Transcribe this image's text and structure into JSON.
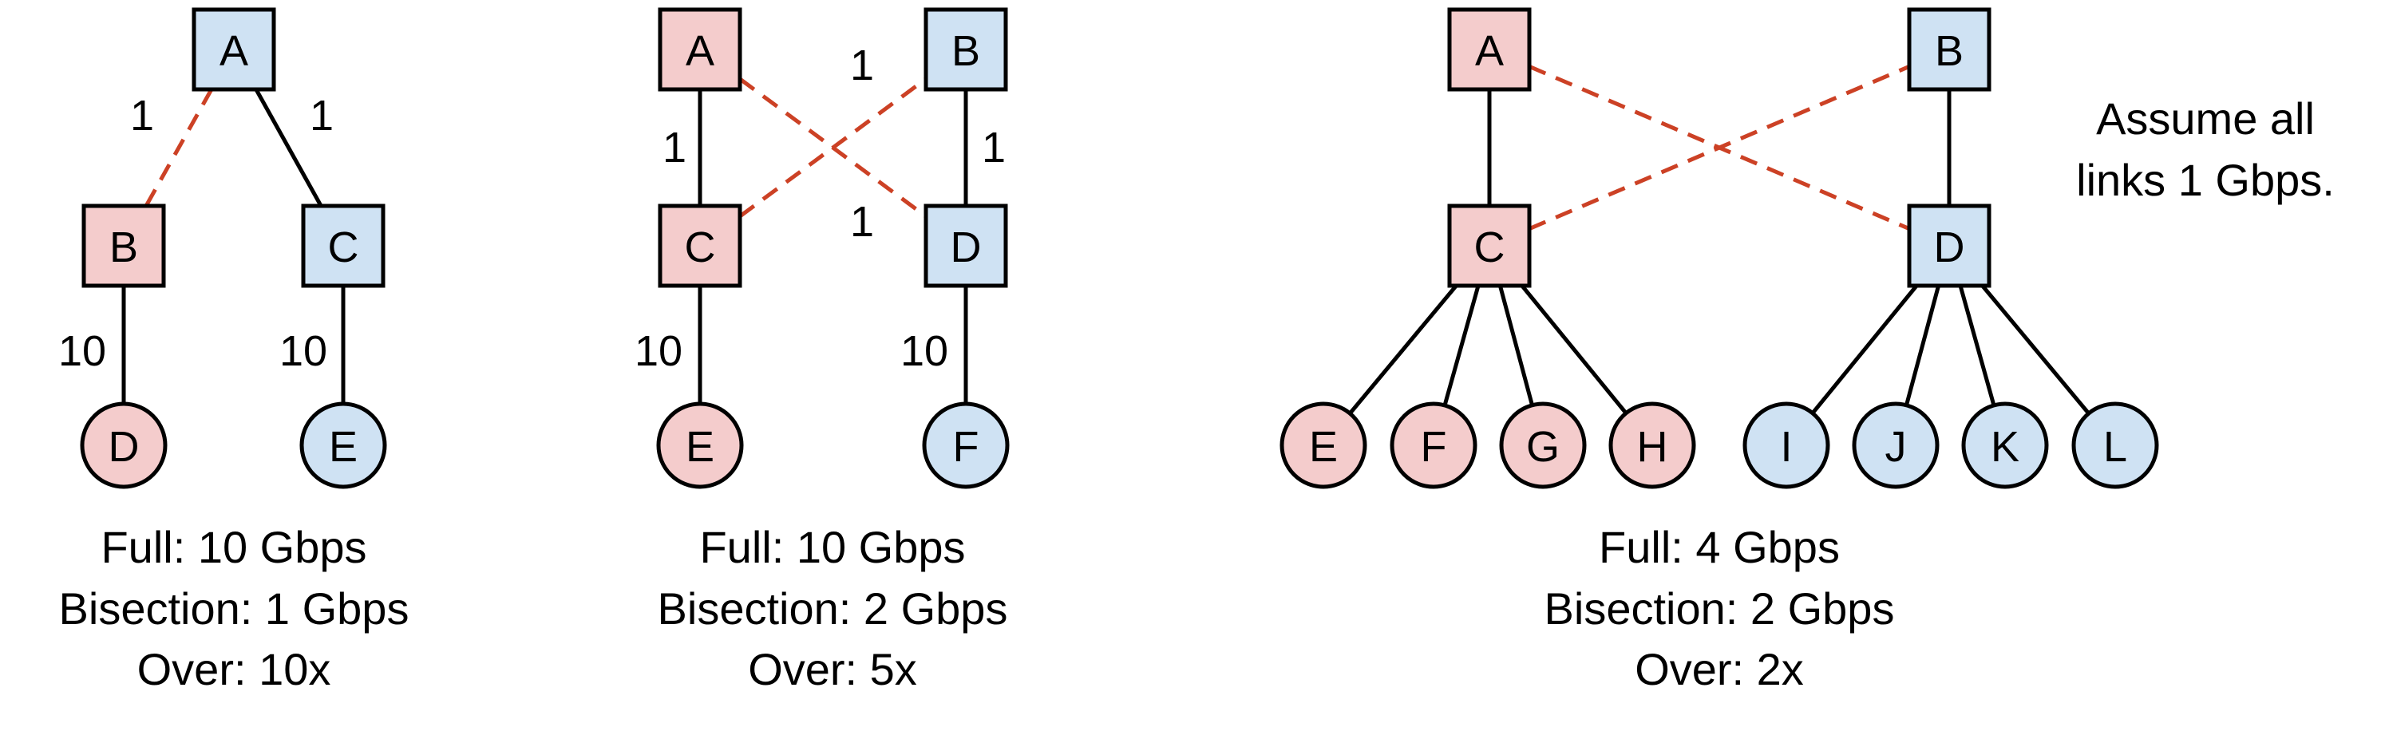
{
  "colors": {
    "red_fill": "#f4cccc",
    "blue_fill": "#cfe2f3",
    "stroke": "#000000",
    "dashed_link": "#cc4125"
  },
  "note": {
    "line1": "Assume all",
    "line2": "links 1 Gbps."
  },
  "diagrams": [
    {
      "nodes": [
        {
          "id": "A",
          "shape": "square",
          "color": "blue"
        },
        {
          "id": "B",
          "shape": "square",
          "color": "red"
        },
        {
          "id": "C",
          "shape": "square",
          "color": "blue"
        },
        {
          "id": "D",
          "shape": "circle",
          "color": "red"
        },
        {
          "id": "E",
          "shape": "circle",
          "color": "blue"
        }
      ],
      "links": [
        {
          "from": "A",
          "to": "B",
          "style": "dashed",
          "label": "1"
        },
        {
          "from": "A",
          "to": "C",
          "style": "solid",
          "label": "1"
        },
        {
          "from": "B",
          "to": "D",
          "style": "solid",
          "label": "10"
        },
        {
          "from": "C",
          "to": "E",
          "style": "solid",
          "label": "10"
        }
      ],
      "caption": [
        "Full: 10 Gbps",
        "Bisection: 1 Gbps",
        "Over: 10x"
      ]
    },
    {
      "nodes": [
        {
          "id": "A",
          "shape": "square",
          "color": "red"
        },
        {
          "id": "B",
          "shape": "square",
          "color": "blue"
        },
        {
          "id": "C",
          "shape": "square",
          "color": "red"
        },
        {
          "id": "D",
          "shape": "square",
          "color": "blue"
        },
        {
          "id": "E",
          "shape": "circle",
          "color": "red"
        },
        {
          "id": "F",
          "shape": "circle",
          "color": "blue"
        }
      ],
      "links": [
        {
          "from": "A",
          "to": "C",
          "style": "solid",
          "label": "1"
        },
        {
          "from": "B",
          "to": "D",
          "style": "solid",
          "label": "1"
        },
        {
          "from": "A",
          "to": "D",
          "style": "dashed",
          "label": "1"
        },
        {
          "from": "C",
          "to": "B",
          "style": "dashed",
          "label": "1"
        },
        {
          "from": "C",
          "to": "E",
          "style": "solid",
          "label": "10"
        },
        {
          "from": "D",
          "to": "F",
          "style": "solid",
          "label": "10"
        }
      ],
      "caption": [
        "Full: 10 Gbps",
        "Bisection: 2 Gbps",
        "Over: 5x"
      ]
    },
    {
      "nodes": [
        {
          "id": "A",
          "shape": "square",
          "color": "red"
        },
        {
          "id": "B",
          "shape": "square",
          "color": "blue"
        },
        {
          "id": "C",
          "shape": "square",
          "color": "red"
        },
        {
          "id": "D",
          "shape": "square",
          "color": "blue"
        },
        {
          "id": "E",
          "shape": "circle",
          "color": "red"
        },
        {
          "id": "F",
          "shape": "circle",
          "color": "red"
        },
        {
          "id": "G",
          "shape": "circle",
          "color": "red"
        },
        {
          "id": "H",
          "shape": "circle",
          "color": "red"
        },
        {
          "id": "I",
          "shape": "circle",
          "color": "blue"
        },
        {
          "id": "J",
          "shape": "circle",
          "color": "blue"
        },
        {
          "id": "K",
          "shape": "circle",
          "color": "blue"
        },
        {
          "id": "L",
          "shape": "circle",
          "color": "blue"
        }
      ],
      "links": [
        {
          "from": "A",
          "to": "C",
          "style": "solid"
        },
        {
          "from": "B",
          "to": "D",
          "style": "solid"
        },
        {
          "from": "A",
          "to": "D",
          "style": "dashed"
        },
        {
          "from": "C",
          "to": "B",
          "style": "dashed"
        },
        {
          "from": "C",
          "to": "E",
          "style": "solid"
        },
        {
          "from": "C",
          "to": "F",
          "style": "solid"
        },
        {
          "from": "C",
          "to": "G",
          "style": "solid"
        },
        {
          "from": "C",
          "to": "H",
          "style": "solid"
        },
        {
          "from": "D",
          "to": "I",
          "style": "solid"
        },
        {
          "from": "D",
          "to": "J",
          "style": "solid"
        },
        {
          "from": "D",
          "to": "K",
          "style": "solid"
        },
        {
          "from": "D",
          "to": "L",
          "style": "solid"
        }
      ],
      "caption": [
        "Full: 4 Gbps",
        "Bisection: 2 Gbps",
        "Over: 2x"
      ]
    }
  ]
}
